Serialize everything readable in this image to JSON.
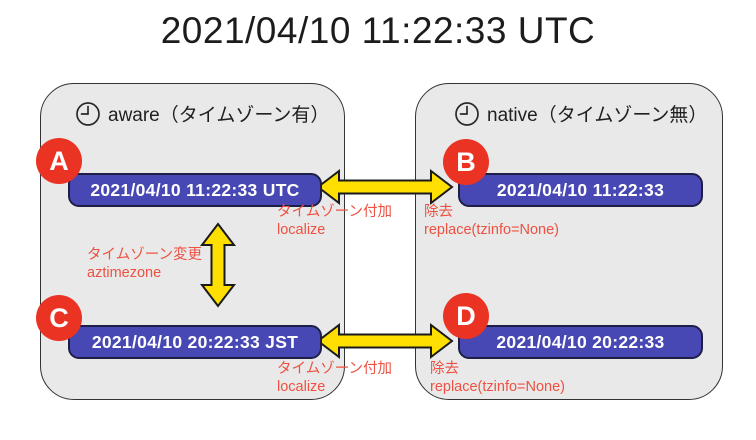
{
  "title": "2021/04/10 11:22:33 UTC",
  "panels": {
    "aware": {
      "label": "aware（タイムゾーン有）"
    },
    "native": {
      "label": "native（タイムゾーン無）"
    }
  },
  "nodes": [
    {
      "id": "A",
      "value": "2021/04/10 11:22:33 UTC"
    },
    {
      "id": "B",
      "value": "2021/04/10 11:22:33"
    },
    {
      "id": "C",
      "value": "2021/04/10 20:22:33 JST"
    },
    {
      "id": "D",
      "value": "2021/04/10 20:22:33"
    }
  ],
  "labels": {
    "localize_top": {
      "line1": "タイムゾーン付加",
      "line2": "localize"
    },
    "replace_top": {
      "line1": "除去",
      "line2": "replace(tzinfo=None)"
    },
    "astimezone": {
      "line1": "タイムゾーン変更",
      "line2": "aztimezone"
    },
    "localize_bottom": {
      "line1": "タイムゾーン付加",
      "line2": "localize"
    },
    "replace_bottom": {
      "line1": "除去",
      "line2": "replace(tzinfo=None)"
    }
  },
  "colors": {
    "node_fill": "#4848b4",
    "node_border": "#1e1e46",
    "badge_fill": "#ea3323",
    "label_text": "#ee5142",
    "arrow_fill": "#ffdf00",
    "arrow_stroke": "#1a1a1a",
    "panel_fill": "#e9e9e9",
    "panel_border": "#333333"
  }
}
